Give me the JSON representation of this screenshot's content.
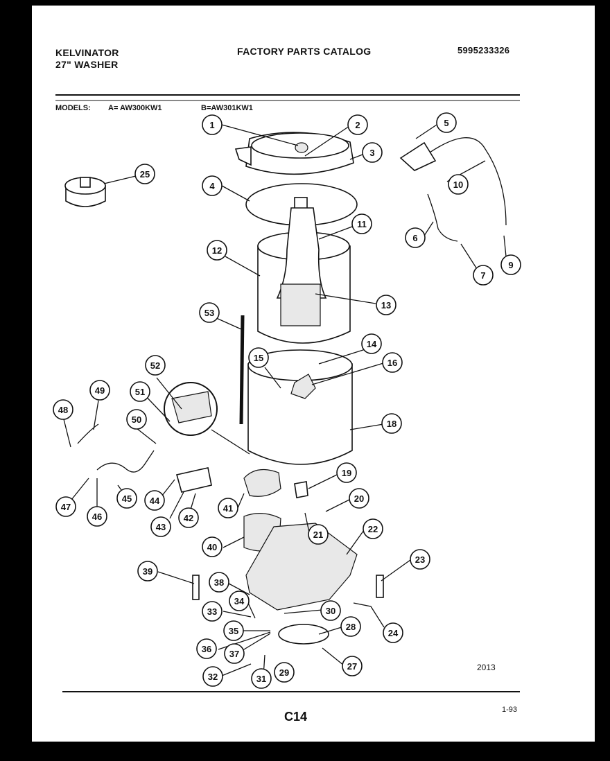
{
  "header": {
    "brand": "KELVINATOR",
    "product": "27\" WASHER",
    "catalog_title": "FACTORY PARTS CATALOG",
    "catalog_number": "5995233326"
  },
  "models": {
    "label": "MODELS:",
    "model_a": "A= AW300KW1",
    "model_b": "B=AW301KW1"
  },
  "callouts": [
    "1",
    "2",
    "3",
    "4",
    "5",
    "6",
    "7",
    "9",
    "10",
    "11",
    "12",
    "13",
    "14",
    "15",
    "16",
    "18",
    "19",
    "20",
    "21",
    "22",
    "23",
    "24",
    "25",
    "27",
    "28",
    "29",
    "30",
    "31",
    "32",
    "33",
    "34",
    "35",
    "36",
    "37",
    "38",
    "39",
    "40",
    "41",
    "42",
    "43",
    "44",
    "45",
    "46",
    "47",
    "48",
    "49",
    "50",
    "51",
    "52",
    "53"
  ],
  "footer": {
    "drawing_number": "2013",
    "page_code": "C14",
    "date": "1-93"
  }
}
